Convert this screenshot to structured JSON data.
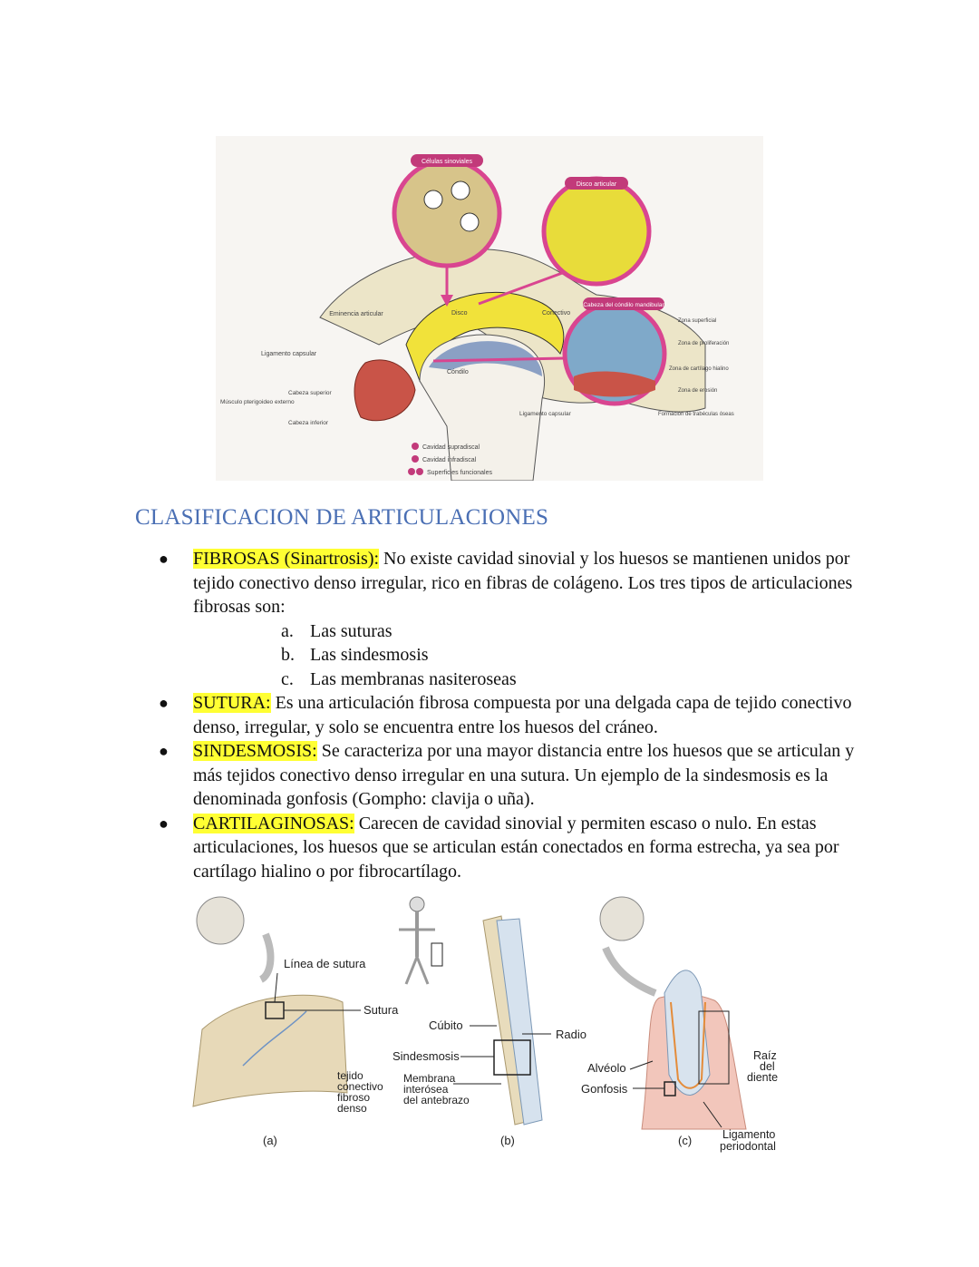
{
  "figure1": {
    "label_cells": "Células sinoviales",
    "label_disc_art": "Disco articular",
    "label_head": "Cabeza del cóndilo mandibular",
    "label_eminence": "Eminencia articular",
    "label_disc": "Disco",
    "label_connective": "Conectivo",
    "label_capsular_lig": "Ligamento capsular",
    "label_condyle": "Cóndilo",
    "label_muscle": "Músculo pterigoideo externo",
    "label_sup_head": "Cabeza superior",
    "label_inf_head": "Cabeza inferior",
    "label_capsular_lig2": "Ligamento capsular",
    "label_zone1": "Zona superficial",
    "label_zone2": "Zona de proliferación",
    "label_zone3": "Zona de cartílago hialino",
    "label_zone4": "Zona de erosión",
    "label_zone5": "Formación de trabéculas óseas",
    "legend1": "Cavidad supradiscal",
    "legend2": "Cavidad infradiscal",
    "legend3": "Superficies funcionales"
  },
  "heading": "CLASIFICACION DE ARTICULACIONES",
  "items": [
    {
      "term": "FIBROSAS (Sinartrosis):",
      "text": " No existe cavidad sinovial y los huesos se mantienen unidos por tejido conectivo denso irregular, rico en fibras de colágeno. Los tres tipos de articulaciones fibrosas son:"
    },
    {
      "term": "SUTURA:",
      "text": " Es una articulación fibrosa compuesta por una delgada capa de tejido conectivo denso, irregular, y solo se encuentra entre los huesos del cráneo."
    },
    {
      "term": "SINDESMOSIS:",
      "text": " Se caracteriza por una mayor distancia entre los huesos que se articulan y más tejidos conectivo denso irregular en una sutura. Un ejemplo de la sindesmosis es la denominada gonfosis (Gompho: clavija o uña)."
    },
    {
      "term": "CARTILAGINOSAS:",
      "text": " Carecen de cavidad sinovial y permiten escaso o nulo. En estas articulaciones, los huesos que se articulan están conectados en forma estrecha, ya sea por cartílago hialino o por fibrocartílago."
    }
  ],
  "subitems": [
    {
      "n": "a.",
      "t": "Las suturas"
    },
    {
      "n": "b.",
      "t": "Las sindesmosis"
    },
    {
      "n": "c.",
      "t": "Las membranas nasiteroseas"
    }
  ],
  "figure2": {
    "suture_line": "Línea de sutura",
    "suture": "Sutura",
    "fibrous": [
      "tejido",
      "conectivo",
      "fibroso",
      "denso"
    ],
    "cubito": "Cúbito",
    "radio": "Radio",
    "sindesmosis": "Sindesmosis",
    "membrane": [
      "Membrana",
      "interósea",
      "del antebrazo"
    ],
    "alveolo": "Alvéolo",
    "gonfosis": "Gonfosis",
    "root": [
      "Raíz",
      "del",
      "diente"
    ],
    "ligament": [
      "Ligamento",
      "periodontal"
    ],
    "a": "(a)",
    "b": "(b)",
    "c": "(c)"
  }
}
